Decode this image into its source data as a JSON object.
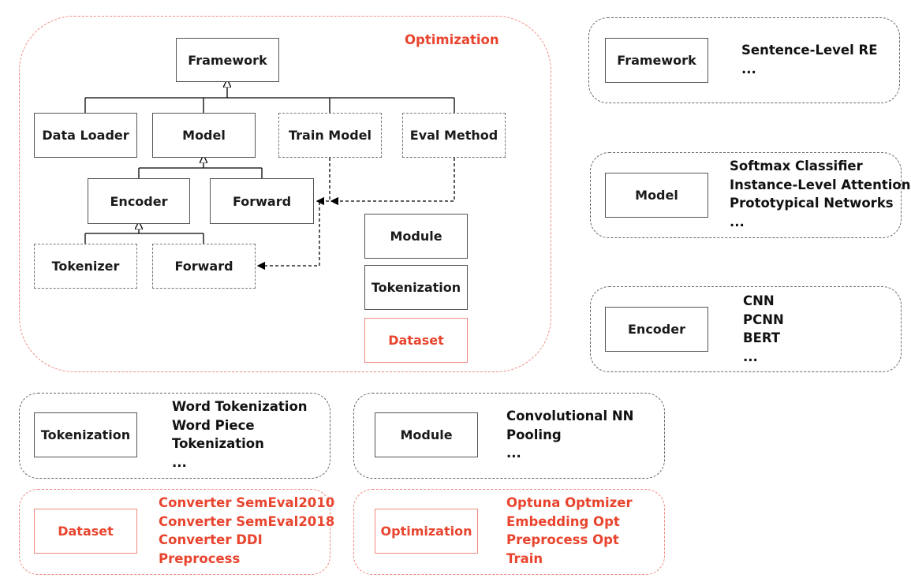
{
  "colors": {
    "accent": "#e8442e",
    "border": "#555555",
    "accent_border": "#f08a80"
  },
  "main": {
    "title": "Optimization",
    "nodes": {
      "framework": "Framework",
      "data_loader": "Data Loader",
      "model": "Model",
      "train_model": "Train Model",
      "eval_method": "Eval Method",
      "encoder": "Encoder",
      "forward_model": "Forward",
      "tokenizer": "Tokenizer",
      "forward_encoder": "Forward",
      "module": "Module",
      "tokenization": "Tokenization",
      "dataset": "Dataset"
    }
  },
  "cards": {
    "framework": {
      "label": "Framework",
      "items": [
        "Sentence-Level RE",
        "..."
      ]
    },
    "model": {
      "label": "Model",
      "items": [
        "Softmax Classifier",
        "Instance-Level Attention",
        "Prototypical Networks",
        "..."
      ]
    },
    "encoder": {
      "label": "Encoder",
      "items": [
        "CNN",
        "PCNN",
        "BERT",
        "..."
      ]
    },
    "tokenization": {
      "label": "Tokenization",
      "items": [
        "Word Tokenization",
        "Word Piece",
        "Tokenization",
        "..."
      ]
    },
    "module": {
      "label": "Module",
      "items": [
        "Convolutional NN",
        "Pooling",
        "..."
      ]
    },
    "dataset": {
      "label": "Dataset",
      "items": [
        "Converter SemEval2010",
        "Converter SemEval2018",
        "Converter DDI",
        "Preprocess"
      ]
    },
    "optimization": {
      "label": "Optimization",
      "items": [
        "Optuna Optmizer",
        "Embedding Opt",
        "Preprocess Opt",
        "Train"
      ]
    }
  }
}
